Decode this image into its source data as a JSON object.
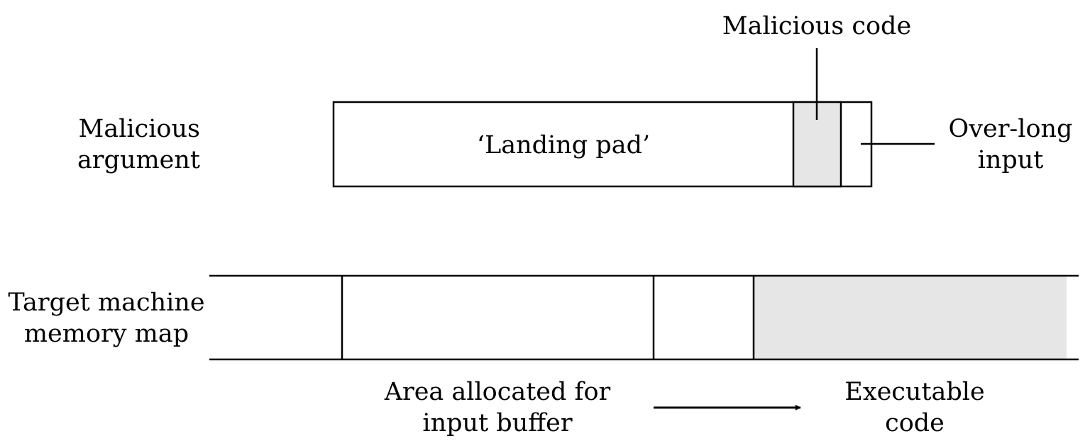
{
  "labels": {
    "malicious_argument": [
      "Malicious",
      "argument"
    ],
    "landing_pad": "‘Landing pad’",
    "malicious_code": "Malicious code",
    "over_long_input": [
      "Over-long",
      "input"
    ],
    "memory_map": [
      "Target machine",
      "memory map"
    ],
    "input_buffer": [
      "Area allocated for",
      "input buffer"
    ],
    "executable_code": [
      "Executable",
      "code"
    ]
  },
  "colors": {
    "stroke": "#000000",
    "shaded_fill": "#e6e6e6",
    "background": "#ffffff"
  }
}
